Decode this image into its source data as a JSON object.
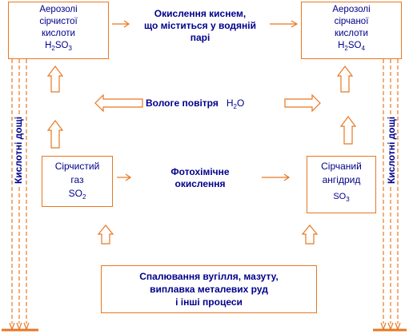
{
  "boxes": {
    "sulfurous_aerosols": {
      "line1": "Аерозолі",
      "line2": "сірчистої",
      "line3": "кислоти",
      "formula_main": "H",
      "formula_sub1": "2",
      "formula_mid": "SO",
      "formula_sub2": "3"
    },
    "sulfuric_aerosols": {
      "line1": "Аерозолі",
      "line2": "сірчаної",
      "line3": "кислоти",
      "formula_main": "H",
      "formula_sub1": "2",
      "formula_mid": "SO",
      "formula_sub2": "4"
    },
    "sulfur_gas": {
      "line1": "Сірчистий",
      "line2": "газ",
      "formula_main": "SO",
      "formula_sub": "2"
    },
    "sulfuric_anhydride": {
      "line1": "Сірчаний",
      "line2": "ангідрид",
      "formula_main": "SO",
      "formula_sub": "3"
    },
    "sources": {
      "line1": "Спалювання вугілля, мазуту,",
      "line2": "виплавка металевих руд",
      "line3": "і інші процеси"
    }
  },
  "labels": {
    "oxidation_line1": "Окислення киснем,",
    "oxidation_line2": "що міститься у водяній",
    "oxidation_line3": "парі",
    "humid_air": "Вологе повітря",
    "humid_formula_main": "H",
    "humid_formula_sub": "2",
    "humid_formula_end": "O",
    "photochem_line1": "Фотохімічне",
    "photochem_line2": "окислення",
    "acid_rain_left": "Кислотні дощі",
    "acid_rain_right": "Кислотні дощі"
  },
  "colors": {
    "stroke": "#e87722",
    "text": "#00008b"
  }
}
